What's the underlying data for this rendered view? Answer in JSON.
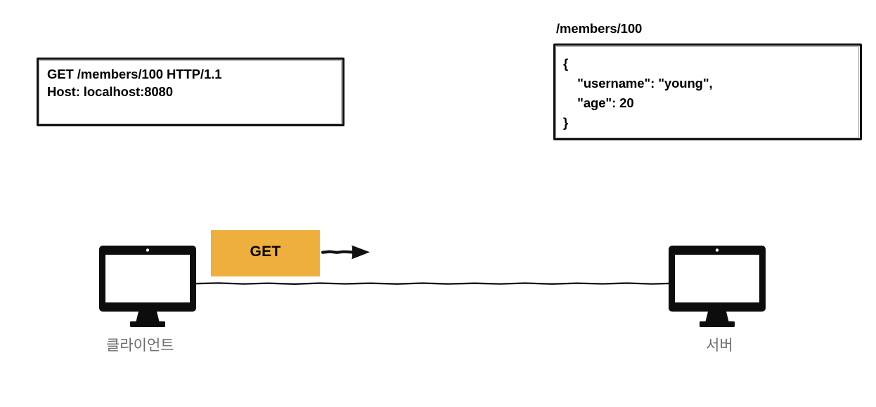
{
  "diagram": {
    "title": "HTTP GET request between client and server",
    "colors": {
      "accent_orange": "#efaf3c",
      "stroke_black": "#0d0d0d",
      "label_gray": "#6e6e6e",
      "background": "#ffffff"
    }
  },
  "request_box": {
    "name": "http-request-message",
    "text": "GET /members/100 HTTP/1.1\nHost: localhost:8080",
    "lines": [
      "GET /members/100 HTTP/1.1",
      "Host: localhost:8080"
    ]
  },
  "response_box": {
    "name": "http-response-body",
    "resource_label": "/members/100",
    "text": "{\n    \"username\": \"young\",\n    \"age\": 20\n}",
    "lines": [
      "{",
      "    \"username\": \"young\",",
      "    \"age\": 20",
      "}"
    ],
    "json_fields": [
      {
        "key": "username",
        "value": "young"
      },
      {
        "key": "age",
        "value": "20"
      }
    ]
  },
  "flow": {
    "method_badge": "GET",
    "direction": "client-to-server",
    "arrow_icon": "right-arrow-icon",
    "wire_icon": "connection-line"
  },
  "nodes": [
    {
      "id": "client",
      "label": "클라이언트",
      "icon": "desktop-monitor-icon"
    },
    {
      "id": "server",
      "label": "서버",
      "icon": "desktop-monitor-icon"
    }
  ]
}
